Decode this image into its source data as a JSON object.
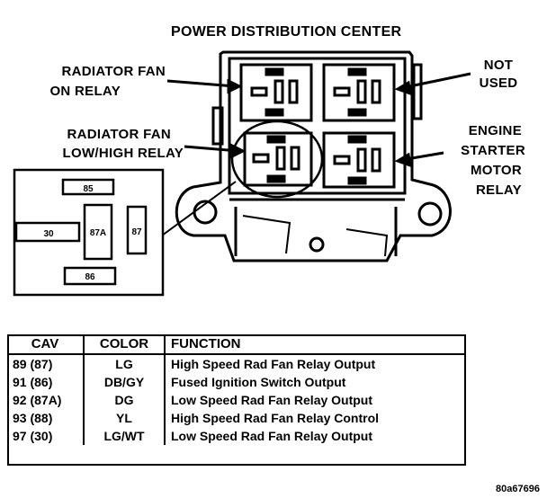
{
  "diagram": {
    "title": "POWER DISTRIBUTION CENTER",
    "labels": {
      "rad_fan_on_l1": "RADIATOR FAN",
      "rad_fan_on_l2": "ON RELAY",
      "rad_fan_lh_l1": "RADIATOR FAN",
      "rad_fan_lh_l2": "LOW/HIGH RELAY",
      "not_used_l1": "NOT",
      "not_used_l2": "USED",
      "engine_l1": "ENGINE",
      "engine_l2": "STARTER",
      "engine_l3": "MOTOR",
      "engine_l4": "RELAY"
    },
    "connector_pins": {
      "p85": "85",
      "p30": "30",
      "p87a": "87A",
      "p87": "87",
      "p86": "86"
    }
  },
  "table": {
    "headers": [
      "CAV",
      "COLOR",
      "FUNCTION"
    ],
    "rows": [
      [
        "89 (87)",
        "LG",
        "High Speed Rad Fan Relay Output"
      ],
      [
        "91 (86)",
        "DB/GY",
        "Fused Ignition Switch Output"
      ],
      [
        "92 (87A)",
        "DG",
        "Low Speed Rad Fan Relay Output"
      ],
      [
        "93 (88)",
        "YL",
        "High Speed Rad Fan Relay Control"
      ],
      [
        "97 (30)",
        "LG/WT",
        "Low Speed Rad Fan Relay Output"
      ]
    ]
  },
  "reference": "80a67696"
}
